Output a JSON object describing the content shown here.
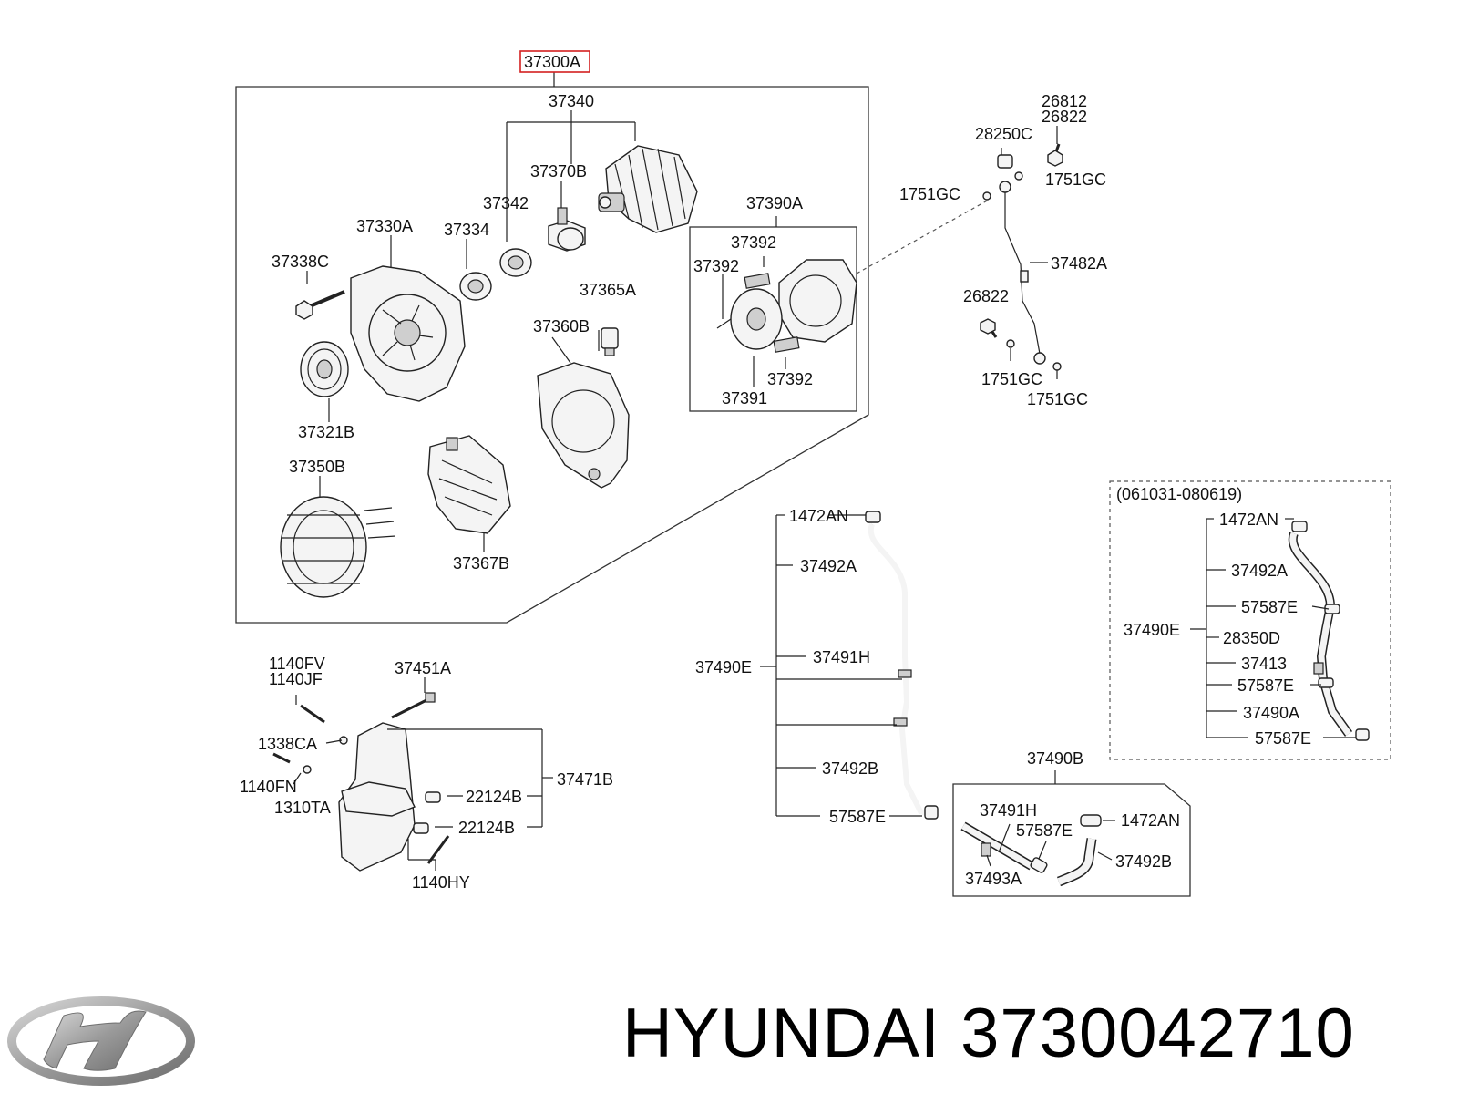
{
  "callouts": {
    "c37300A": "37300A",
    "c37340": "37340",
    "c37370B": "37370B",
    "c37342": "37342",
    "c37334": "37334",
    "c37330A": "37330A",
    "c37338C": "37338C",
    "c37390A": "37390A",
    "c37392a": "37392",
    "c37392b": "37392",
    "c37392c": "37392",
    "c37391": "37391",
    "c37365A": "37365A",
    "c37360B": "37360B",
    "c37321B": "37321B",
    "c37350B": "37350B",
    "c37367B": "37367B",
    "c26812": "26812",
    "c26822a": "26822",
    "c28250C": "28250C",
    "c1751GCa": "1751GC",
    "c1751GCb": "1751GC",
    "c37482A": "37482A",
    "c26822b": "26822",
    "c1751GCc": "1751GC",
    "c1751GCd": "1751GC",
    "c1140FV": "1140FV",
    "c1140JF": "1140JF",
    "c37451A": "37451A",
    "c1338CA": "1338CA",
    "c1140FN": "1140FN",
    "c1310TA": "1310TA",
    "c22124Ba": "22124B",
    "c22124Bb": "22124B",
    "c37471B": "37471B",
    "c1140HY": "1140HY",
    "c1472ANa": "1472AN",
    "c37492Aa": "37492A",
    "c37490Ea": "37490E",
    "c37491Ha": "37491H",
    "c37492Ba": "37492B",
    "c57587Ea": "57587E",
    "c37490B": "37490B",
    "c37491Hb": "37491H",
    "c57587Eb": "57587E",
    "c1472ANb": "1472AN",
    "c37492Bb": "37492B",
    "c37493A": "37493A",
    "c061031": "(061031-080619)",
    "c1472ANc": "1472AN",
    "c37492Ab": "37492A",
    "c57587Ec": "57587E",
    "c37490Eb": "37490E",
    "c28350D": "28350D",
    "c37413": "37413",
    "c57587Ed": "57587E",
    "c37490A": "37490A",
    "c57587Ee": "57587E"
  },
  "footer": {
    "brand_text": "HYUNDAI 3730042710"
  },
  "colors": {
    "highlight": "#d42020",
    "line": "#222222",
    "logo": "#9a9a9a"
  },
  "icons": {
    "logo": "hyundai-logo-icon"
  }
}
